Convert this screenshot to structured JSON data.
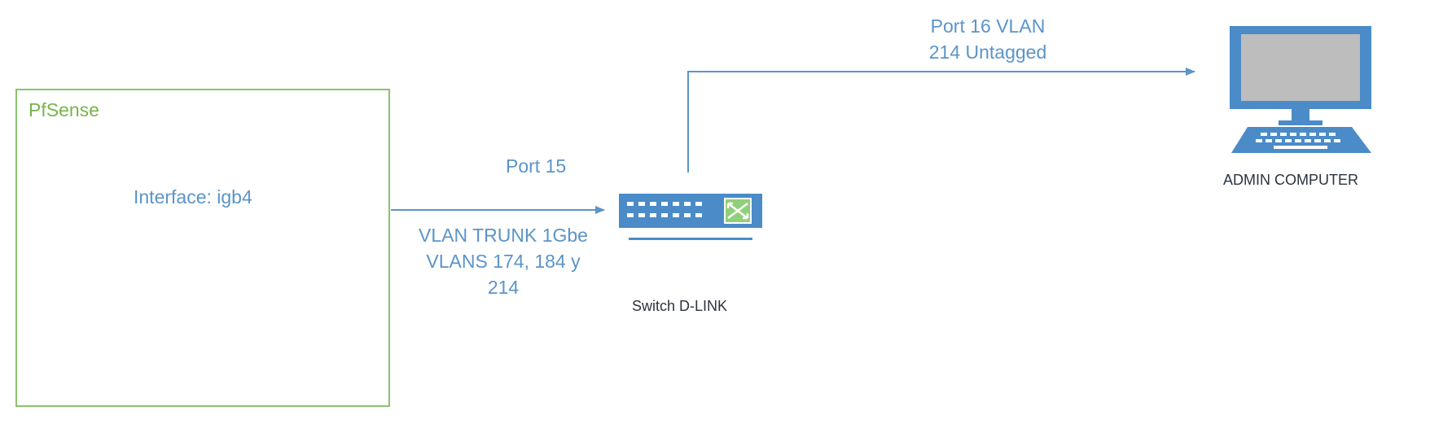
{
  "pfsense": {
    "title": "PfSense",
    "interface": "Interface: igb4"
  },
  "links": {
    "port15": "Port 15",
    "trunk_line1": "VLAN TRUNK 1Gbe",
    "trunk_line2": "VLANS 174, 184 y",
    "trunk_line3": "214",
    "port16_line1": "Port 16 VLAN",
    "port16_line2": "214 Untagged"
  },
  "switch": {
    "label": "Switch D-LINK",
    "icon": "network-switch-icon"
  },
  "computer": {
    "label": "ADMIN COMPUTER",
    "icon": "desktop-computer-icon"
  },
  "colors": {
    "connector": "#5b94c9",
    "box_border": "#8cc36b",
    "box_title": "#79b54a",
    "device_blue": "#4a8bc8"
  }
}
